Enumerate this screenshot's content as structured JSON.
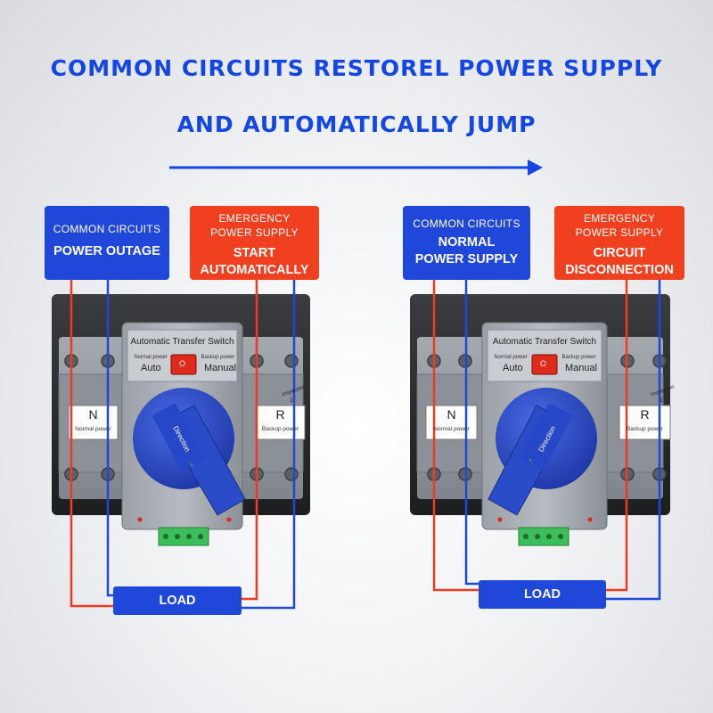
{
  "header": {
    "line1": "COMMON CIRCUITS RESTOREL POWER SUPPLY",
    "line2": "AND AUTOMATICALLY JUMP"
  },
  "colors": {
    "accent_blue": "#1446e6",
    "label_blue": "#1f47d9",
    "label_red": "#f0401f",
    "device_gray": "#8e9399",
    "knob_blue": "#2547c8"
  },
  "left_panel": {
    "normal_label": {
      "sub": "COMMON CIRCUITS",
      "main": "POWER OUTAGE"
    },
    "backup_label": {
      "sub1": "EMERGENCY",
      "sub2": "POWER SUPPLY",
      "main1": "START",
      "main2": "AUTOMATICALLY"
    },
    "load_label": "LOAD"
  },
  "right_panel": {
    "normal_label": {
      "sub": "COMMON CIRCUITS",
      "main1": "NORMAL",
      "main2": "POWER SUPPLY"
    },
    "backup_label": {
      "sub1": "EMERGENCY",
      "sub2": "POWER SUPPLY",
      "main1": "CIRCUIT",
      "main2": "DISCONNECTION"
    },
    "load_label": "LOAD"
  },
  "device": {
    "name": "Automatic Transfer Switch",
    "normal_power_small": "Normal power",
    "backup_power_small": "Backup power",
    "auto": "Auto",
    "manual": "Manual",
    "n_letter": "N",
    "n_caption": "Normal power",
    "r_letter": "R",
    "r_caption": "Backup power",
    "knob_text": "Direction",
    "knob_arrow": "→",
    "inspection": "Inspection",
    "inspection_num": "1",
    "rocker_mark": "O"
  }
}
